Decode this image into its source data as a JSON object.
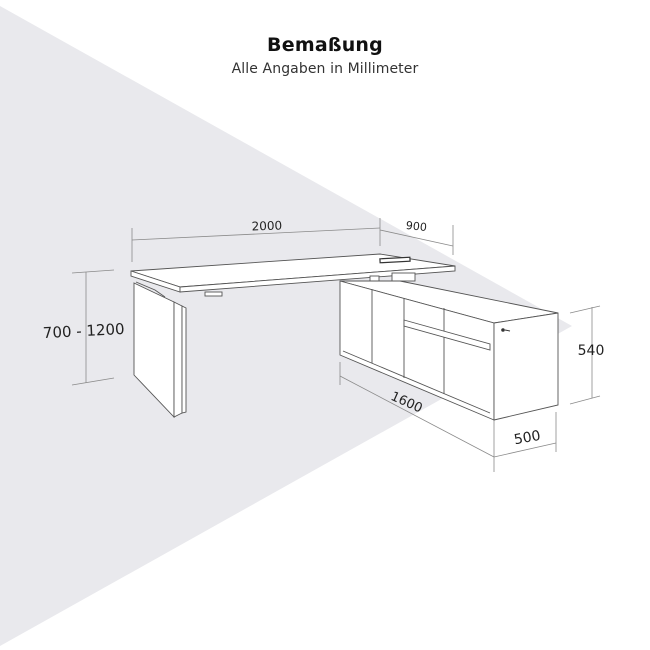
{
  "header": {
    "title": "Bemaßung",
    "subtitle": "Alle Angaben in Millimeter"
  },
  "colors": {
    "background": "#ffffff",
    "light_cone": "#e9e9ed",
    "line": "#555555",
    "dim_line": "#8a8a8a",
    "text": "#222222"
  },
  "dimensions": {
    "desk_width": "2000",
    "desk_depth": "900",
    "desk_height": "700 - 1200",
    "sideboard_width": "1600",
    "sideboard_depth": "500",
    "sideboard_height": "540"
  }
}
